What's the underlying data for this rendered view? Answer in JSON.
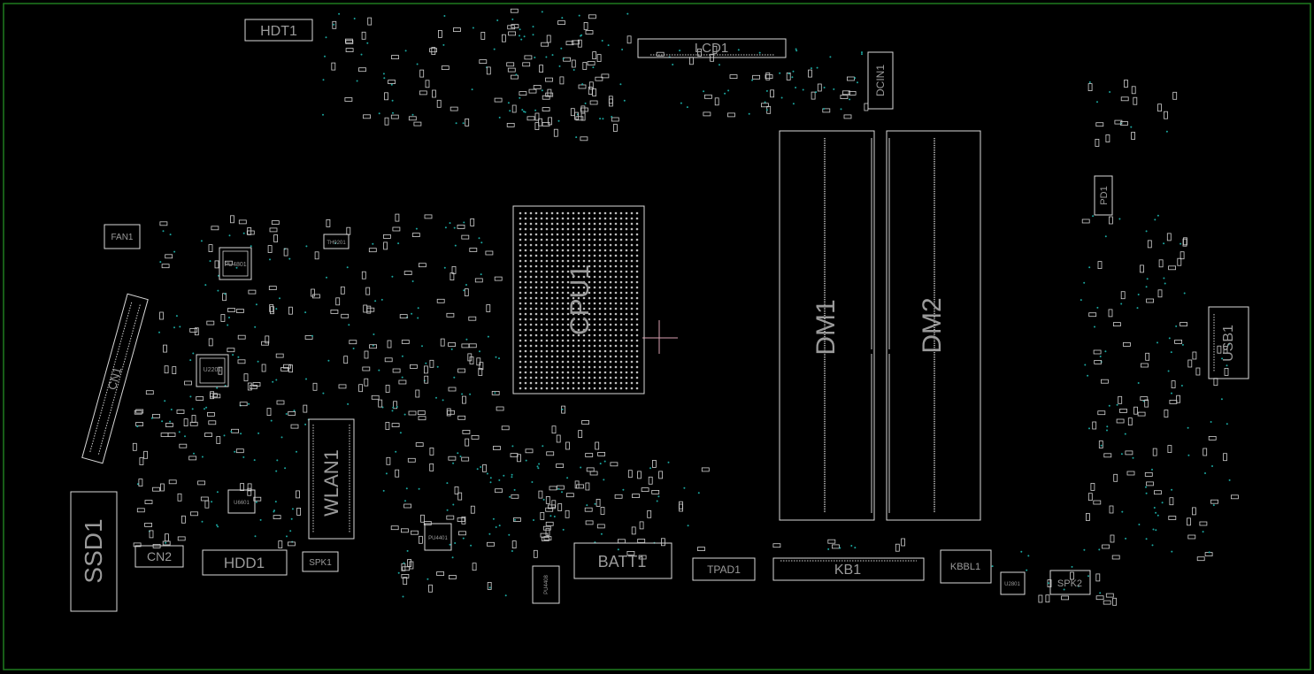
{
  "colors": {
    "background": "#000000",
    "board_border": "#1f7a1f",
    "outline": "#d8d8d8",
    "label": "#9a9a9a",
    "via": "#1aa7a0",
    "cursor": "#d9a0b0"
  },
  "components": {
    "hdt1": "HDT1",
    "lcd1": "LCD1",
    "dcin1": "DCIN1",
    "fan1": "FAN1",
    "cn1": "CN1",
    "cpu1": "CPU1",
    "dm1": "DM1",
    "dm2": "DM2",
    "pd1": "PD1",
    "usb1": "USB1",
    "wlan1": "WLAN1",
    "ssd1": "SSD1",
    "cn2": "CN2",
    "hdd1": "HDD1",
    "spk1": "SPK1",
    "batt1": "BATT1",
    "tpad1": "TPAD1",
    "kb1": "KB1",
    "kbbl1": "KBBL1",
    "spk2": "SPK2"
  },
  "chips": {
    "pu4801": "PU4801",
    "u2201": "U2201",
    "u6601": "U6601",
    "pu4401": "PU4401",
    "pu4408": "PU4408",
    "th9201": "TH9201",
    "u2801": "U2801"
  }
}
